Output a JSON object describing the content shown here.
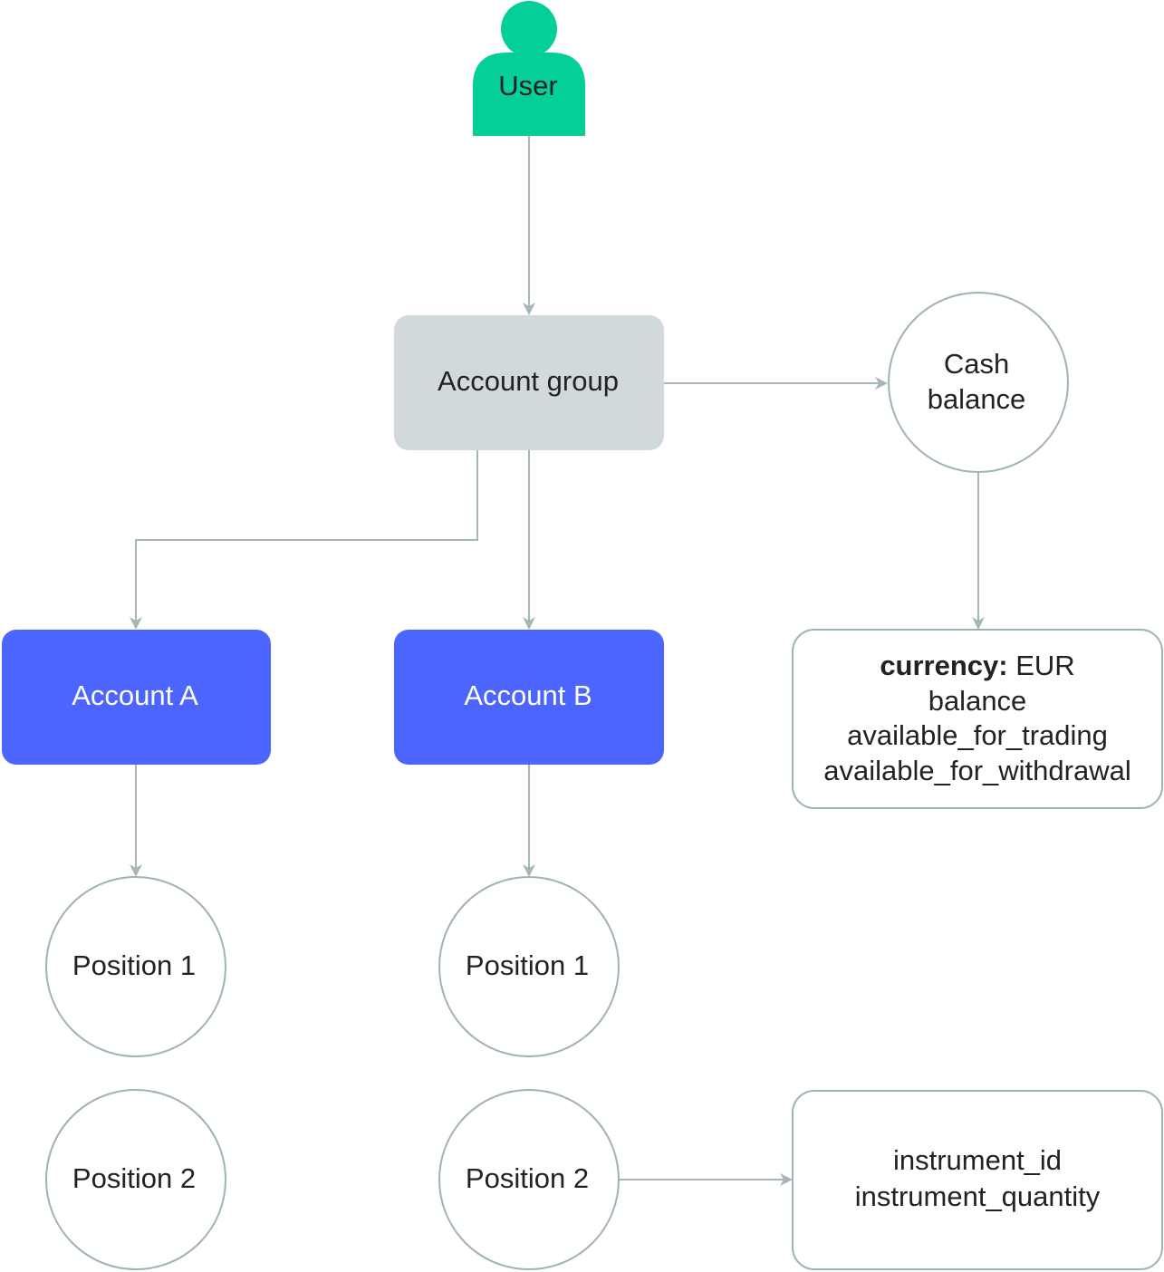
{
  "colors": {
    "user": "#05cf99",
    "account_group": "#d1d9dc",
    "account": "#4d65ff",
    "stroke": "#9fb2b4",
    "connector": "#a6b5b8",
    "text_dark": "#222222",
    "text_white": "#ffffff"
  },
  "nodes": {
    "user": {
      "label": "User"
    },
    "account_group": {
      "label": "Account group"
    },
    "cash_balance": {
      "line1": "Cash",
      "line2": "balance"
    },
    "cash_details": {
      "currency_key": "currency:",
      "currency_value": " EUR",
      "line2": "balance",
      "line3": "available_for_trading",
      "line4": "available_for_withdrawal"
    },
    "account_a": {
      "label": "Account A"
    },
    "account_b": {
      "label": "Account B"
    },
    "account_a_position_1": {
      "label": "Position 1"
    },
    "account_a_position_2": {
      "label": "Position 2"
    },
    "account_b_position_1": {
      "label": "Position 1"
    },
    "account_b_position_2": {
      "label": "Position 2"
    },
    "position_details": {
      "line1": "instrument_id",
      "line2": "instrument_quantity"
    }
  },
  "edges": [
    {
      "from": "user",
      "to": "account_group"
    },
    {
      "from": "account_group",
      "to": "cash_balance"
    },
    {
      "from": "cash_balance",
      "to": "cash_details"
    },
    {
      "from": "account_group",
      "to": "account_a"
    },
    {
      "from": "account_group",
      "to": "account_b"
    },
    {
      "from": "account_a",
      "to": "account_a_position_1"
    },
    {
      "from": "account_b",
      "to": "account_b_position_1"
    },
    {
      "from": "account_b_position_2",
      "to": "position_details"
    }
  ]
}
